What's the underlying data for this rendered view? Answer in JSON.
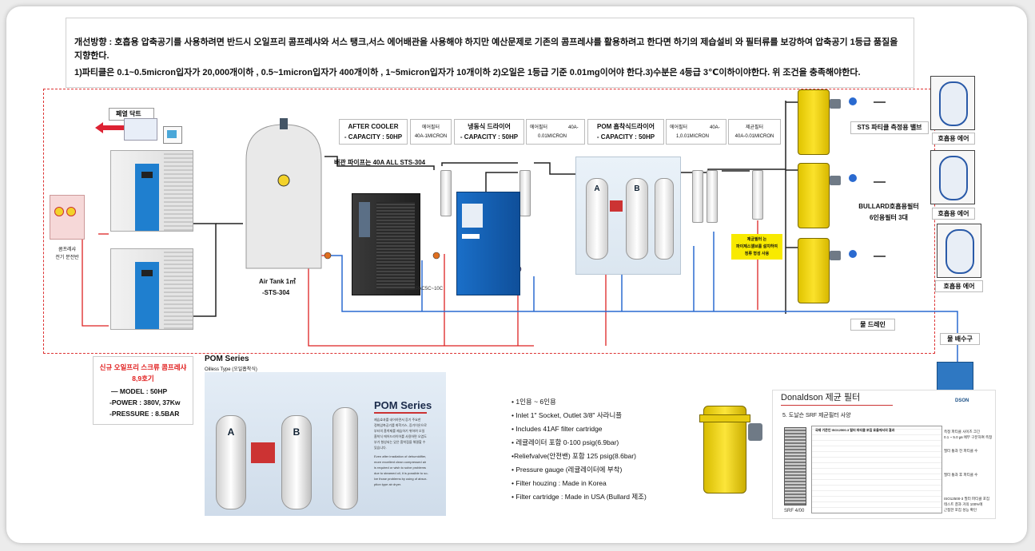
{
  "top_note": {
    "line1": "개선방향 : 호흡용 압축공기를 사용하려면 반드시 오일프리 콤프레샤와 서스 탱크,서스 에어배관을 사용해야 하지만 예산문제로 기존의 콤프레샤를 활용하려고 한다면 하기의 제습설비 와 필터류를 보강하여 압축공기 1등급 품질을",
    "line2": "지향한다.",
    "line3": "1)파티클은 0.1~0.5micron입자가 20,000개이하 , 0.5~1micron입자가 400개이하 , 1~5micron입자가 10개이하   2)오일은 1등급 기준 0.01mg이어야 한다.3)수분은 4등급 3℃이하이야한다. 위 조건을 충족해야한다."
  },
  "labels": {
    "exhaust_duct": "폐열 닥트",
    "panel_1": "콤프레샤",
    "panel_2": "전기 분전반",
    "air_tank_1": "Air Tank  1㎥",
    "air_tank_2": "-STS-304",
    "pipe": "배관 파이프는 40A  ALL STS-304",
    "after_cooler_1": "AFTER COOLER",
    "after_cooler_2": "- CAPACITY : 50HP",
    "air_filter_1a": "에어필터",
    "air_filter_1b": "40A-1MICRON",
    "refrig_dryer_1": "냉동식 드라이어",
    "refrig_dryer_2": "- CAPACITY : 50HP",
    "air_filter_2a": "에어필터",
    "air_filter_2b": "40A-",
    "air_filter_2c": "0.01MICRON",
    "pom_dryer_1": "POM 흡착식드라이어",
    "pom_dryer_2": "- CAPACITY : 50HP",
    "air_filter_3a": "에어필터",
    "air_filter_3b": "40A-",
    "air_filter_3c": "1,0.01MICRON",
    "sterile_filter_1": "제균필터",
    "sterile_filter_2": "40A-0.01MICRON",
    "sts_valve": "STS 파티클 측정용 밸브",
    "bullard_1": "BULLARD호흡용필터",
    "bullard_2": "6인용필터 3대",
    "breathing_air": "호흡용 에어",
    "drain": "물 드레인",
    "drain_outlet": "물 배수구",
    "dryer_tag": "PAC5C~10C",
    "yellow_note_1": "제균필터 는",
    "yellow_note_2": "파이제스앨브를 설치하여",
    "yellow_note_3": "정류 형성 사용"
  },
  "compressor_spec": {
    "title": "신규 오일프리 스크류 콤프레샤",
    "subtitle": "8,9호기",
    "model": "— MODEL : 50HP",
    "power": "-POWER : 380V, 37Kw",
    "pressure": "-PRESSURE : 8.5BAR"
  },
  "pom_series": {
    "title": "POM Series",
    "subtitle": "Oilless Type (오일흡착식)",
    "inner_title": "POM Series",
    "text_1": "제습효과를 네어하면서 증기 주요한",
    "text_2": "정화압축공기를 화학가스, 증기이온으로",
    "text_3": "부터의 흡착제를 제습하기 위하여 오일",
    "text_4": "흡착식 에어드라이어를 사용하면 오염도",
    "text_5": "부가 형성되는 있은 흡착점을 해결할 수",
    "text_6": "있습니다.",
    "text_7": "Even after irradiation of dehumidifier,",
    "text_8": "more excellent clean compressed air",
    "text_9": "is required or wish to solve problems",
    "text_10": "due to steamed oil, it is possible to so-",
    "text_11": "lve those problems by using of absor-",
    "text_12": "ption type air dryer."
  },
  "bullard_spec": [
    "• 1인용 ~ 6인용",
    "• Inlet 1\" Socket, Outlet 3/8\" 사라니플",
    "• Includes 41AF filter cartridge",
    "• 레귤레이터 포함   0-100 psig(6.9bar)",
    "•Reliefvalve(안전밴) 포함 125 psig(8.6bar)",
    "• Pressure gauge (레귤레이터에 부착)",
    "• Filter houzing : Made in Korea",
    "• Filter cartridge : Made in USA (Bullard 제조)"
  ],
  "donaldson": {
    "title": "Donaldson 제균 필터",
    "subtitle": "5. 도날슨 SRF 제균필터 사양",
    "sheet_header": "국제 기준인 ISO12500-3 필터 파티클 포집 효율에서의 결과",
    "callout_1a": "측정 파티클 사이즈 크긴",
    "callout_1b": "0.1 ~ 5.0 ㎛ 에부 구분하여 측정",
    "callout_2": "필터 통과 전 파티클 수",
    "callout_3": "필터 통과 후 파티클 수",
    "callout_4a": "ISO12500-3 필터 파티클 포집",
    "callout_4b": "테스트 결과 거의 100%에",
    "callout_4c": "근접한 포집 성능 확인",
    "cartridge_tag": "SRF 4/00",
    "logo": "DSON"
  }
}
